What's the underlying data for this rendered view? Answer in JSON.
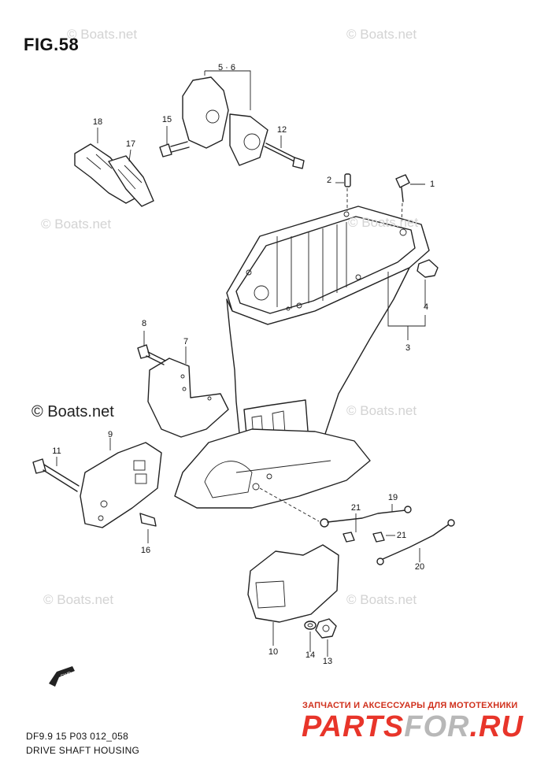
{
  "figure": {
    "title": "FIG.58",
    "code": "DF9.9 15 P03 012_058",
    "name": "DRIVE SHAFT HOUSING"
  },
  "watermarks": [
    {
      "id": "wm-top-left",
      "text": "© Boats.net"
    },
    {
      "id": "wm-top-right",
      "text": "© Boats.net"
    },
    {
      "id": "wm-mid-left",
      "text": "© Boats.net"
    },
    {
      "id": "wm-mid-right",
      "text": "© Boats.net"
    },
    {
      "id": "wm-center-left",
      "text": "© Boats.net"
    },
    {
      "id": "wm-center-right",
      "text": "© Boats.net"
    },
    {
      "id": "wm-lower-left",
      "text": "© Boats.net"
    },
    {
      "id": "wm-lower-right",
      "text": "© Boats.net"
    }
  ],
  "brand": {
    "tagline": "ЗАПЧАСТИ И АКСЕССУАРЫ ДЛЯ МОТОТЕХНИКИ",
    "logo_left": "PARTS",
    "logo_mid": "FOR",
    "logo_right": ".RU",
    "color": "#e8352a"
  },
  "fwd_label": "FWD",
  "callouts": [
    "1",
    "2",
    "3",
    "4",
    "5 · 6",
    "7",
    "8",
    "9",
    "10",
    "11",
    "12",
    "13",
    "14",
    "15",
    "16",
    "17",
    "18",
    "19",
    "20",
    "21",
    "21"
  ]
}
